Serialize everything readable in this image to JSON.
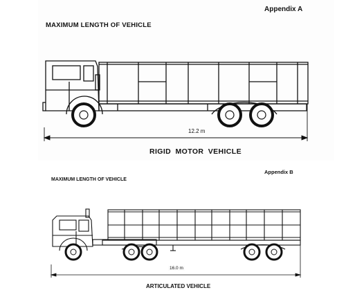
{
  "appendix_a": {
    "label": "Appendix A",
    "title": "MAXIMUM LENGTH OF VEHICLE",
    "dimension": "12.2 m",
    "caption": "RIGID  MOTOR VEHICLE"
  },
  "appendix_b": {
    "label": "Appendix B",
    "title": "MAXIMUM LENGTH OF VEHICLE",
    "dimension": "16.0 m",
    "caption": "ARTICULATED VEHICLE"
  }
}
